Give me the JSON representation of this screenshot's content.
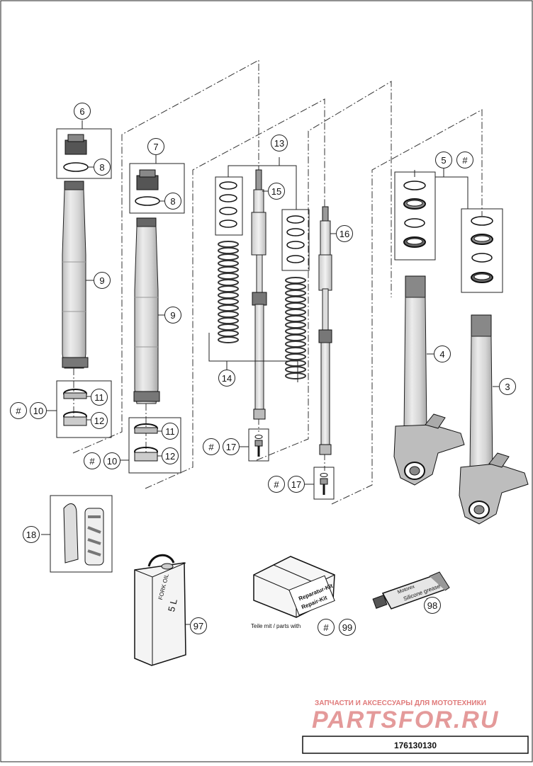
{
  "callouts": {
    "c6": "6",
    "c7": "7",
    "c8a": "8",
    "c8b": "8",
    "c9a": "9",
    "c9b": "9",
    "c10a": "10",
    "c10b": "10",
    "c11a": "11",
    "c11b": "11",
    "c12a": "12",
    "c12b": "12",
    "c13": "13",
    "c14": "14",
    "c15": "15",
    "c16": "16",
    "c17a": "17",
    "c17b": "17",
    "c18": "18",
    "c3": "3",
    "c4": "4",
    "c5": "5",
    "c97": "97",
    "c98": "98",
    "c99": "99"
  },
  "hash_symbol": "#",
  "labels": {
    "oil_can": "FORK OIL",
    "oil_volume": "5 L",
    "repair_kit_line1": "Reparatur-Kit",
    "repair_kit_line2": "Repair-Kit",
    "grease_brand": "Motorex",
    "grease_name": "Silicone grease",
    "kit_note": "Teile mit / parts with"
  },
  "watermark": {
    "tagline": "ЗАПЧАСТИ И АКСЕССУАРЫ ДЛЯ МОТОТЕХНИКИ",
    "brand": "PARTSFOR.RU"
  },
  "diagram_number": "176130130",
  "colors": {
    "line": "#222222",
    "watermark": "#e07a7a",
    "tube": "#d6d6d6"
  }
}
